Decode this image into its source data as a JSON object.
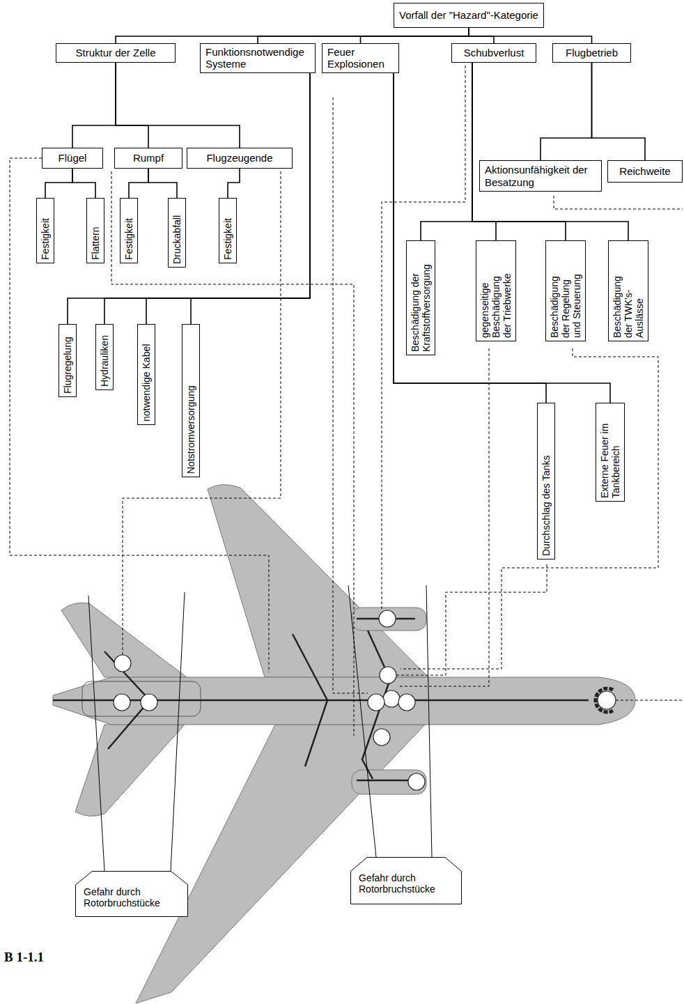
{
  "diagram": {
    "caption": "B 1-1.1",
    "nodes": [
      {
        "text": [
          "Vorfall der \"Hazard\"-Kategorie"
        ]
      },
      {
        "text": [
          "Struktur der Zelle"
        ]
      },
      {
        "text": [
          "Funktionsnotwendige Systeme"
        ]
      },
      {
        "text": [
          "Feuer Explosionen"
        ]
      },
      {
        "text": [
          "Schubverlust"
        ]
      },
      {
        "text": [
          "Flugbetrieb"
        ]
      },
      {
        "text": [
          "Flügel"
        ]
      },
      {
        "text": [
          "Rumpf"
        ]
      },
      {
        "text": [
          "Flugzeugende"
        ]
      },
      {
        "text": [
          "Festigkeit"
        ]
      },
      {
        "text": [
          "Flattern"
        ]
      },
      {
        "text": [
          "Festigkeit"
        ]
      },
      {
        "text": [
          "Druckabfall"
        ]
      },
      {
        "text": [
          "Festigkeit"
        ]
      },
      {
        "text": [
          "Aktionsunfähigkeit der Besatzung"
        ]
      },
      {
        "text": [
          "Reichweite"
        ]
      },
      {
        "text": [
          "Beschädigung der Kraftstoffversorgung"
        ]
      },
      {
        "text": [
          "gegenseitige Beschädigung der Triebwerke"
        ]
      },
      {
        "text": [
          "Beschädigung der Regelung und Steuerung"
        ]
      },
      {
        "text": [
          "Beschädigung der TWK's-Auslässe"
        ]
      },
      {
        "text": [
          "Flugregelung"
        ]
      },
      {
        "text": [
          "Hydrauliken"
        ]
      },
      {
        "text": [
          "notwendige Kabel"
        ]
      },
      {
        "text": [
          "Notstromversorgung"
        ]
      },
      {
        "text": [
          "Durchschlag des Tanks"
        ]
      },
      {
        "text": [
          "Externe Feuer im Tankbereich"
        ]
      },
      {
        "text": [
          "Gefahr durch Rotorbruchstücke"
        ]
      },
      {
        "text": [
          "Gefahr durch Rotorbruchstücke"
        ]
      }
    ],
    "edges": [
      {
        "from": 0,
        "to": 1,
        "arrow": "none"
      },
      {
        "from": 0,
        "to": 2,
        "arrow": "none"
      },
      {
        "from": 0,
        "to": 3,
        "arrow": "none"
      },
      {
        "from": 0,
        "to": 4,
        "arrow": "none"
      },
      {
        "from": 0,
        "to": 5,
        "arrow": "none"
      },
      {
        "from": 1,
        "to": 6,
        "arrow": "none"
      },
      {
        "from": 1,
        "to": 7,
        "arrow": "none"
      },
      {
        "from": 1,
        "to": 8,
        "arrow": "none"
      },
      {
        "from": 6,
        "to": 9,
        "arrow": "none"
      },
      {
        "from": 6,
        "to": 10,
        "arrow": "none"
      },
      {
        "from": 7,
        "to": 11,
        "arrow": "none"
      },
      {
        "from": 7,
        "to": 12,
        "arrow": "none"
      },
      {
        "from": 8,
        "to": 13,
        "arrow": "none"
      },
      {
        "from": 2,
        "to": 20,
        "arrow": "none"
      },
      {
        "from": 2,
        "to": 21,
        "arrow": "none"
      },
      {
        "from": 2,
        "to": 22,
        "arrow": "none"
      },
      {
        "from": 2,
        "to": 23,
        "arrow": "none"
      },
      {
        "from": 3,
        "to": 24,
        "arrow": "none"
      },
      {
        "from": 3,
        "to": 25,
        "arrow": "none"
      },
      {
        "from": 4,
        "to": 16,
        "arrow": "none"
      },
      {
        "from": 4,
        "to": 17,
        "arrow": "none"
      },
      {
        "from": 4,
        "to": 18,
        "arrow": "none"
      },
      {
        "from": 4,
        "to": 19,
        "arrow": "none"
      },
      {
        "from": 5,
        "to": 14,
        "arrow": "none"
      },
      {
        "from": 5,
        "to": 15,
        "arrow": "none"
      }
    ]
  }
}
